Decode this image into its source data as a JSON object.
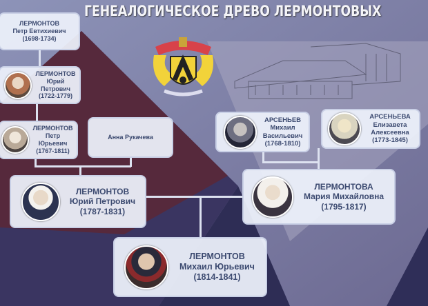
{
  "title": "ГЕНЕАЛОГИЧЕСКОЕ ДРЕВО ЛЕРМОНТОВЫХ",
  "people": [
    {
      "surname": "ЛЕРМОНТОВ",
      "name": "Петр Евтихиевич",
      "years": "(1698-1734)"
    },
    {
      "surname": "ЛЕРМОНТОВ",
      "name": "Юрий",
      "patronymic": "Петрович",
      "years": "(1722-1779)"
    },
    {
      "surname": "ЛЕРМОНТОВ",
      "name": "Петр",
      "patronymic": "Юрьевич",
      "years": "(1767-1811)"
    },
    {
      "name": "Анна Рукачева"
    },
    {
      "surname": "ЛЕРМОНТОВ",
      "name": "Юрий Петрович",
      "years": "(1787-1831)"
    },
    {
      "surname": "АРСЕНЬЕВ",
      "name": "Михаил",
      "patronymic": "Васильевич",
      "years": "(1768-1810)"
    },
    {
      "surname": "АРСЕНЬЕВА",
      "name": "Елизавета",
      "patronymic": "Алексеевна",
      "years": "(1773-1845)"
    },
    {
      "surname": "ЛЕРМОНТОВА",
      "name": "Мария Михайловна",
      "years": "(1795-1817)"
    },
    {
      "surname": "ЛЕРМОНТОВ",
      "name": "Михаил Юрьевич",
      "years": "(1814-1841)"
    }
  ],
  "colors": {
    "card_text": "#3c4a70",
    "maroon": "#5a2838",
    "navy": "#2e2d55",
    "coat_yellow": "#f2d33a",
    "coat_red": "#d8424a"
  }
}
